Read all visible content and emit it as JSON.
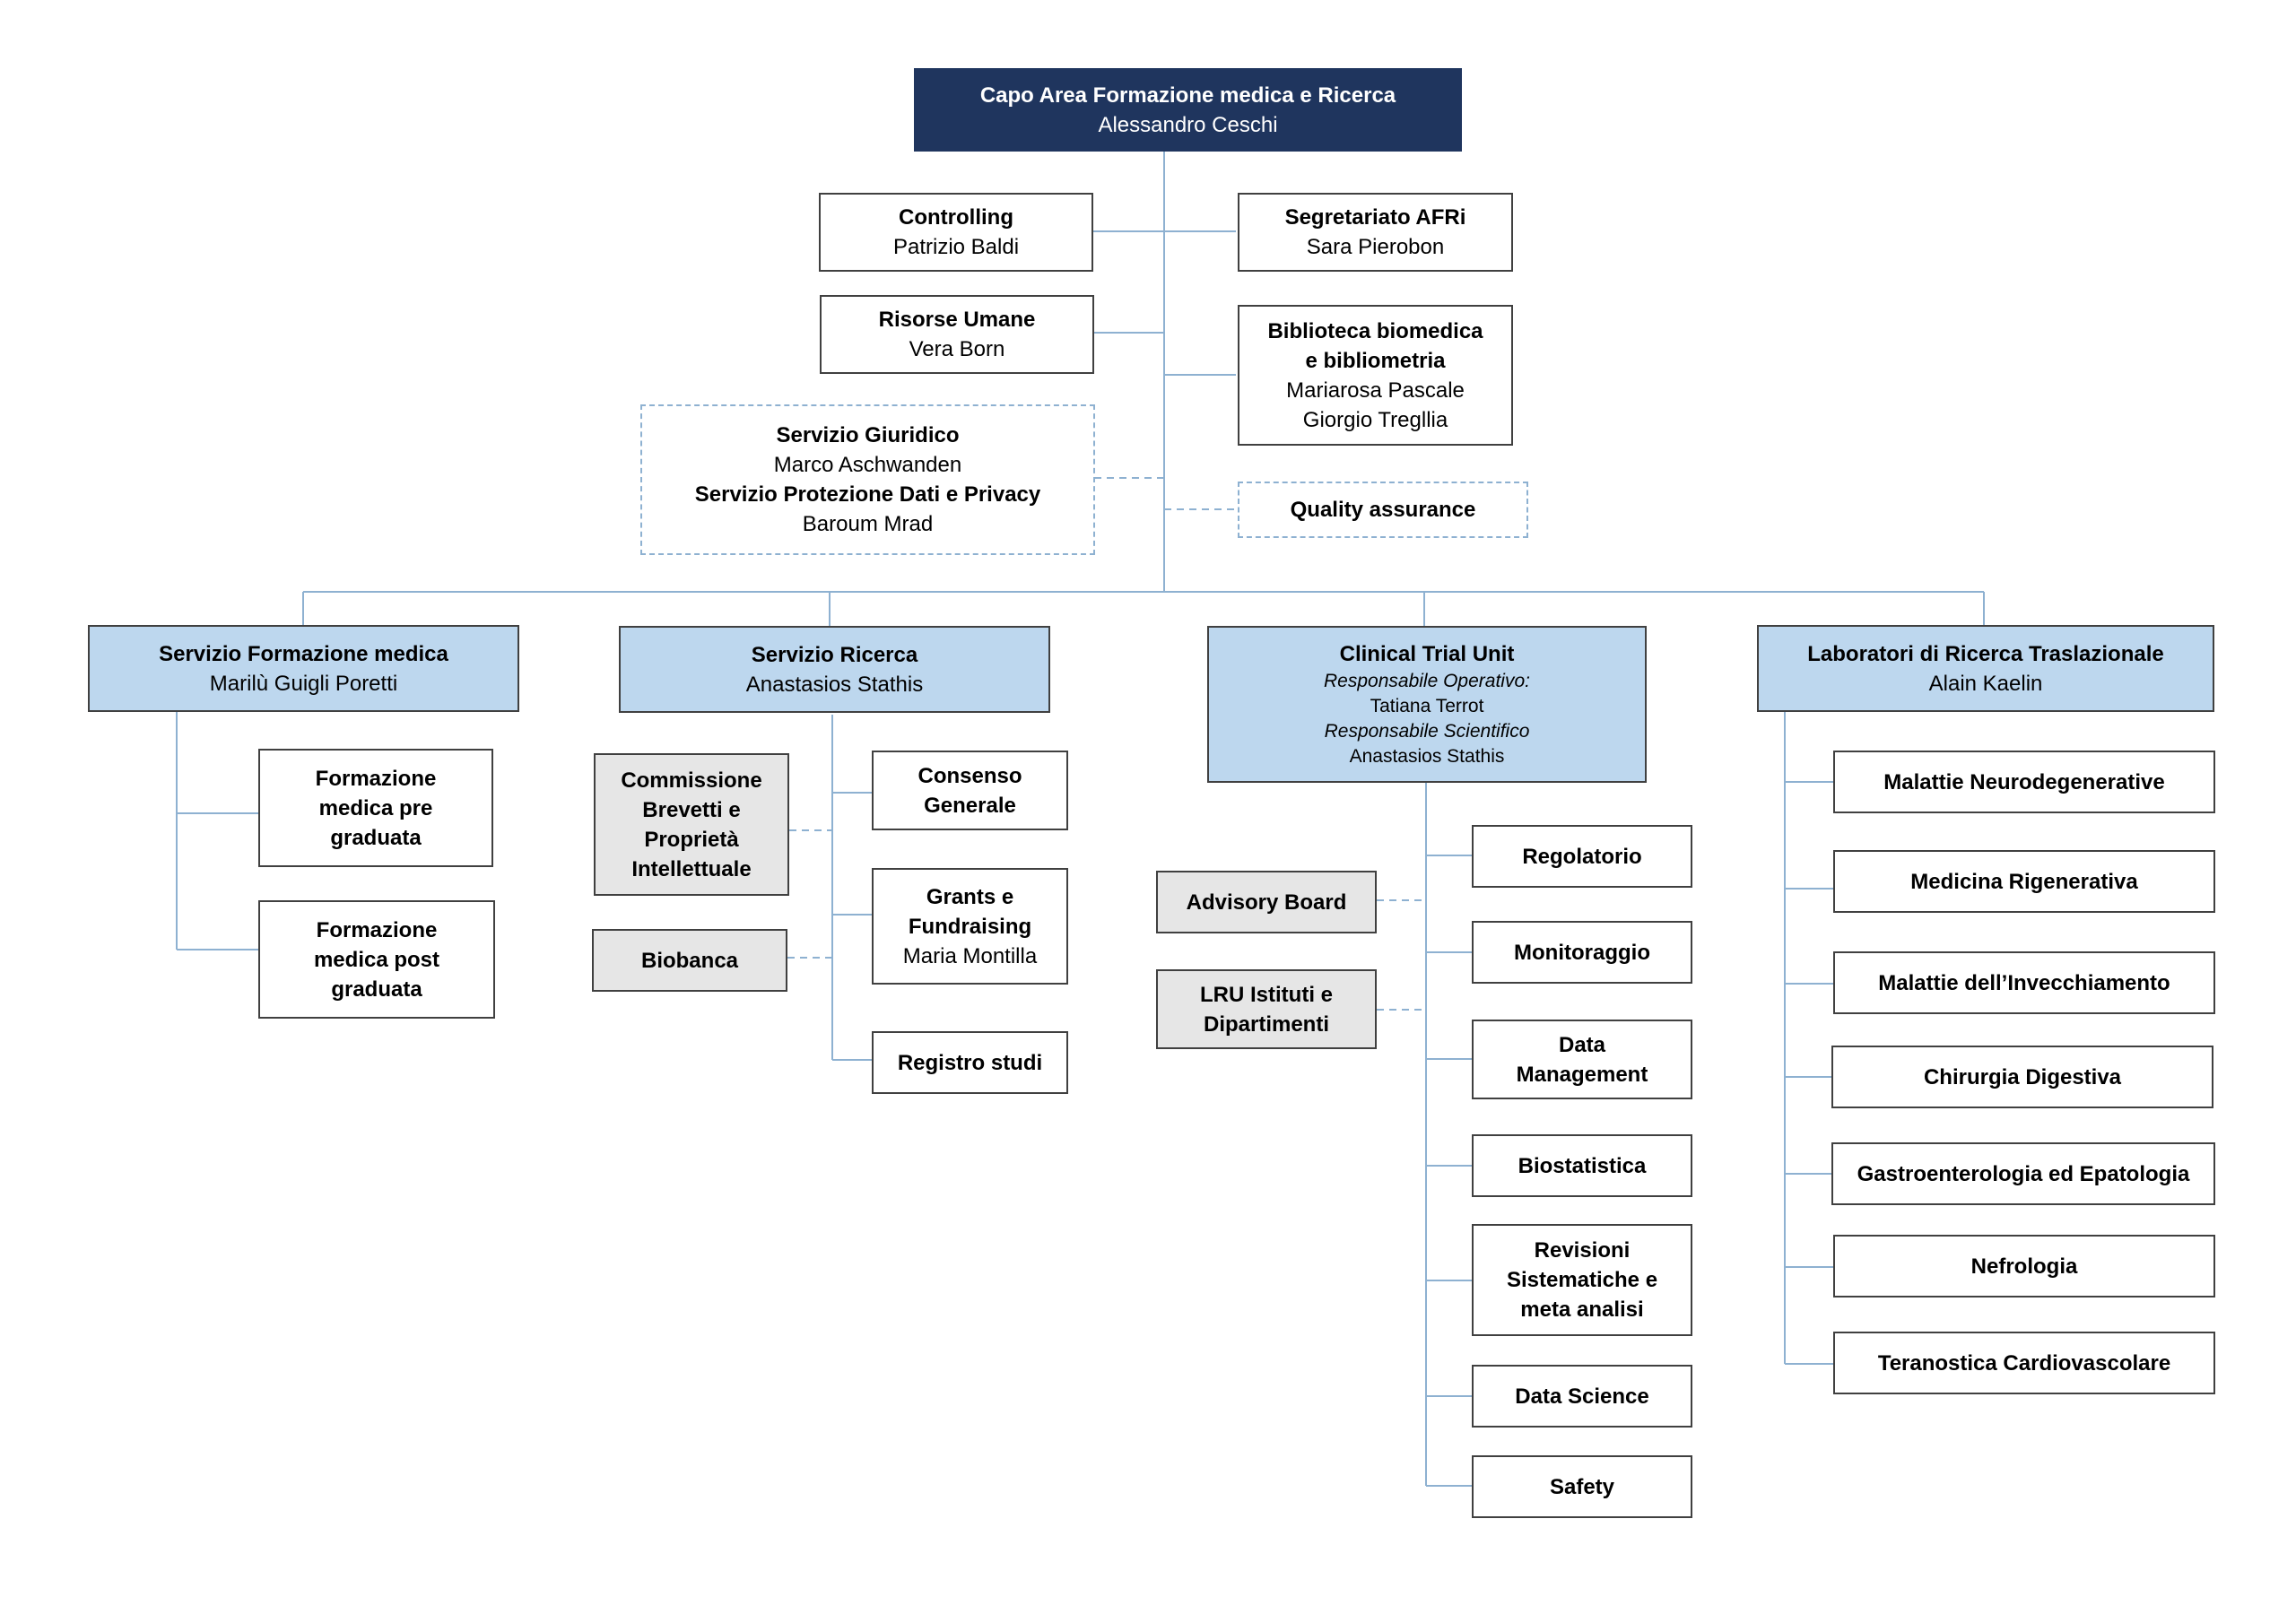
{
  "head": {
    "title": "Capo Area Formazione medica e Ricerca",
    "name": "Alessandro Ceschi"
  },
  "staff": {
    "controlling": {
      "title": "Controlling",
      "name": "Patrizio Baldi"
    },
    "segretariato": {
      "title": "Segretariato AFRi",
      "name": "Sara Pierobon"
    },
    "risorse_umane": {
      "title": "Risorse Umane",
      "name": "Vera Born"
    },
    "biblioteca": {
      "title_1": "Biblioteca biomedica",
      "title_2": "e bibliometria",
      "name_1": "Mariarosa Pascale",
      "name_2": "Giorgio Tregllia"
    },
    "giuridico": {
      "title_1": "Servizio Giuridico",
      "name_1": "Marco Aschwanden",
      "title_2": "Servizio Protezione Dati e Privacy",
      "name_2": "Baroum Mrad"
    },
    "quality": {
      "title": "Quality assurance"
    }
  },
  "units": {
    "formazione": {
      "title": "Servizio Formazione medica",
      "name": "Marilù Guigli Poretti",
      "children": [
        {
          "l1": "Formazione",
          "l2": "medica pre",
          "l3": "graduata"
        },
        {
          "l1": "Formazione",
          "l2": "medica post",
          "l3": "graduata"
        }
      ]
    },
    "ricerca": {
      "title": "Servizio Ricerca",
      "name": "Anastasios Stathis",
      "commissione": {
        "l1": "Commissione",
        "l2": "Brevetti e",
        "l3": "Proprietà",
        "l4": "Intellettuale"
      },
      "biobanca": "Biobanca",
      "consenso": {
        "l1": "Consenso",
        "l2": "Generale"
      },
      "grants": {
        "l1": "Grants e",
        "l2": "Fundraising",
        "name": "Maria Montilla"
      },
      "registro": "Registro studi"
    },
    "ctu": {
      "title": "Clinical Trial Unit",
      "role_1": "Responsabile Operativo:",
      "name_1": "Tatiana Terrot",
      "role_2": "Responsabile Scientifico",
      "name_2": "Anastasios Stathis",
      "advisory": "Advisory Board",
      "lru": {
        "l1": "LRU Istituti e",
        "l2": "Dipartimenti"
      },
      "children": {
        "regolatorio": "Regolatorio",
        "monitoraggio": "Monitoraggio",
        "data_management": {
          "l1": "Data",
          "l2": "Management"
        },
        "biostatistica": "Biostatistica",
        "revisioni": {
          "l1": "Revisioni",
          "l2": "Sistematiche e",
          "l3": "meta analisi"
        },
        "data_science": "Data Science",
        "safety": "Safety"
      }
    },
    "laboratori": {
      "title": "Laboratori di Ricerca Traslazionale",
      "name": "Alain Kaelin",
      "children": [
        "Malattie Neurodegenerative",
        "Medicina Rigenerativa",
        "Malattie dell’Invecchiamento",
        "Chirurgia Digestiva",
        "Gastroenterologia ed Epatologia",
        "Nefrologia",
        "Teranostica Cardiovascolare"
      ]
    }
  },
  "colors": {
    "head": "#1f355e",
    "unit": "#bdd7ee",
    "grey": "#e6e6e6",
    "line": "#8eb1d1"
  }
}
